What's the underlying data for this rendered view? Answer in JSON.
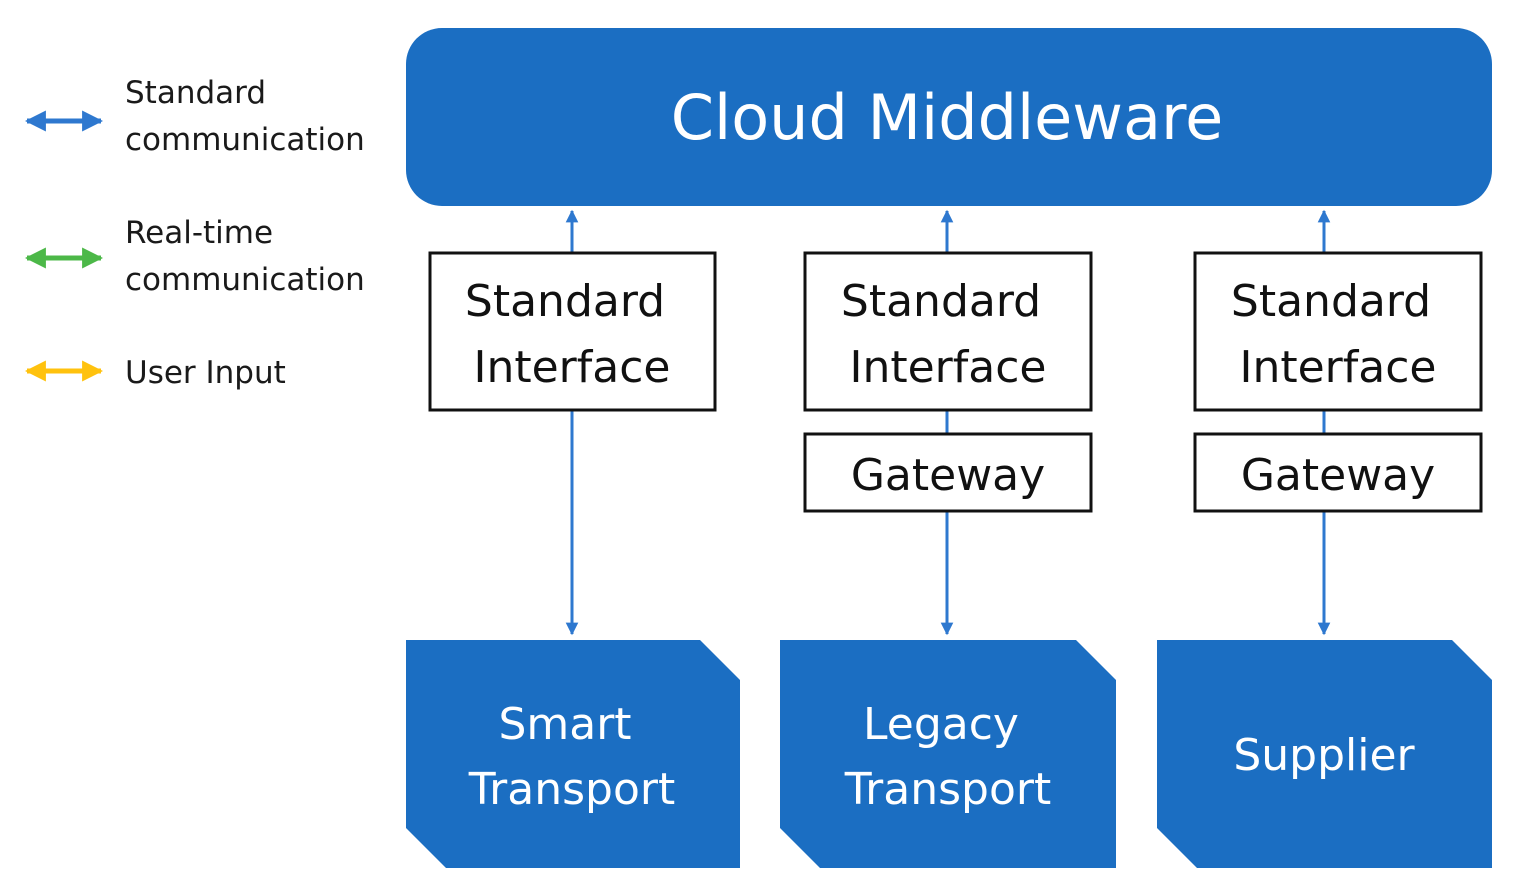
{
  "colors": {
    "primary_blue": "#1B6EC2",
    "standard_arrow": "#2E78CF",
    "realtime_arrow": "#4CB848",
    "user_input_arrow": "#FFC20E",
    "box_border": "#111111"
  },
  "legend": [
    {
      "lines": [
        "Standard",
        "communication"
      ],
      "arrow_color": "#2E78CF",
      "icon": "blue-double-arrow-icon"
    },
    {
      "lines": [
        "Real-time",
        "communication"
      ],
      "arrow_color": "#4CB848",
      "icon": "green-double-arrow-icon"
    },
    {
      "lines": [
        "User Input"
      ],
      "arrow_color": "#FFC20E",
      "icon": "yellow-double-arrow-icon"
    }
  ],
  "cloud": {
    "label": "Cloud Middleware"
  },
  "columns": [
    {
      "interface": [
        "Standard",
        "Interface"
      ],
      "gateway": "",
      "device": [
        "Smart",
        "Transport"
      ]
    },
    {
      "interface": [
        "Standard",
        "Interface"
      ],
      "gateway": "Gateway",
      "device": [
        "Legacy",
        "Transport"
      ]
    },
    {
      "interface": [
        "Standard",
        "Interface"
      ],
      "gateway": "Gateway",
      "device": [
        "Supplier"
      ]
    }
  ]
}
